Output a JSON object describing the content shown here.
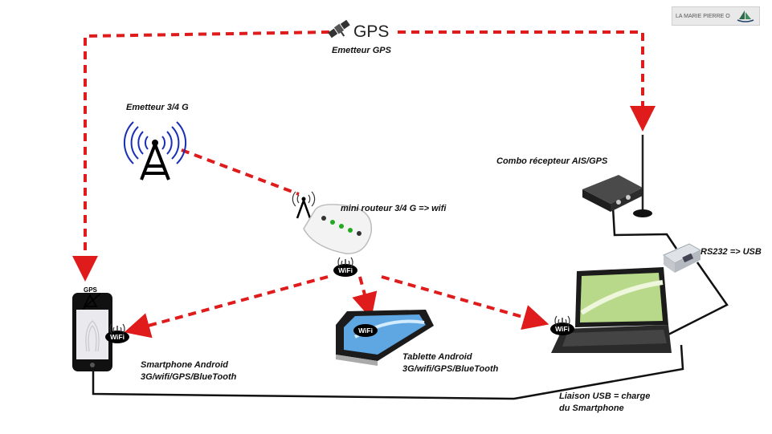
{
  "logo": {
    "text": "LA MARIE PIERRE O"
  },
  "gps": {
    "title": "GPS",
    "label": "Emetteur GPS"
  },
  "tower": {
    "label": "Emetteur 3/4 G"
  },
  "router": {
    "label": "mini routeur 3/4 G => wifi"
  },
  "combo": {
    "label": "Combo récepteur AIS/GPS"
  },
  "rs232": {
    "label": "RS232 => USB"
  },
  "smartphone": {
    "badge": "GPS",
    "line1": "Smartphone Android",
    "line2": "3G/wifi/GPS/BlueTooth"
  },
  "tablet": {
    "line1": "Tablette Android",
    "line2": "3G/wifi/GPS/BlueTooth"
  },
  "usb": {
    "line1": "Liaison USB = charge",
    "line2": "du Smartphone"
  },
  "wifi": {
    "text": "WiFi"
  },
  "colors": {
    "dash": "#e01b1b",
    "cable": "#111111",
    "tower_waves": "#1a2fb5"
  }
}
